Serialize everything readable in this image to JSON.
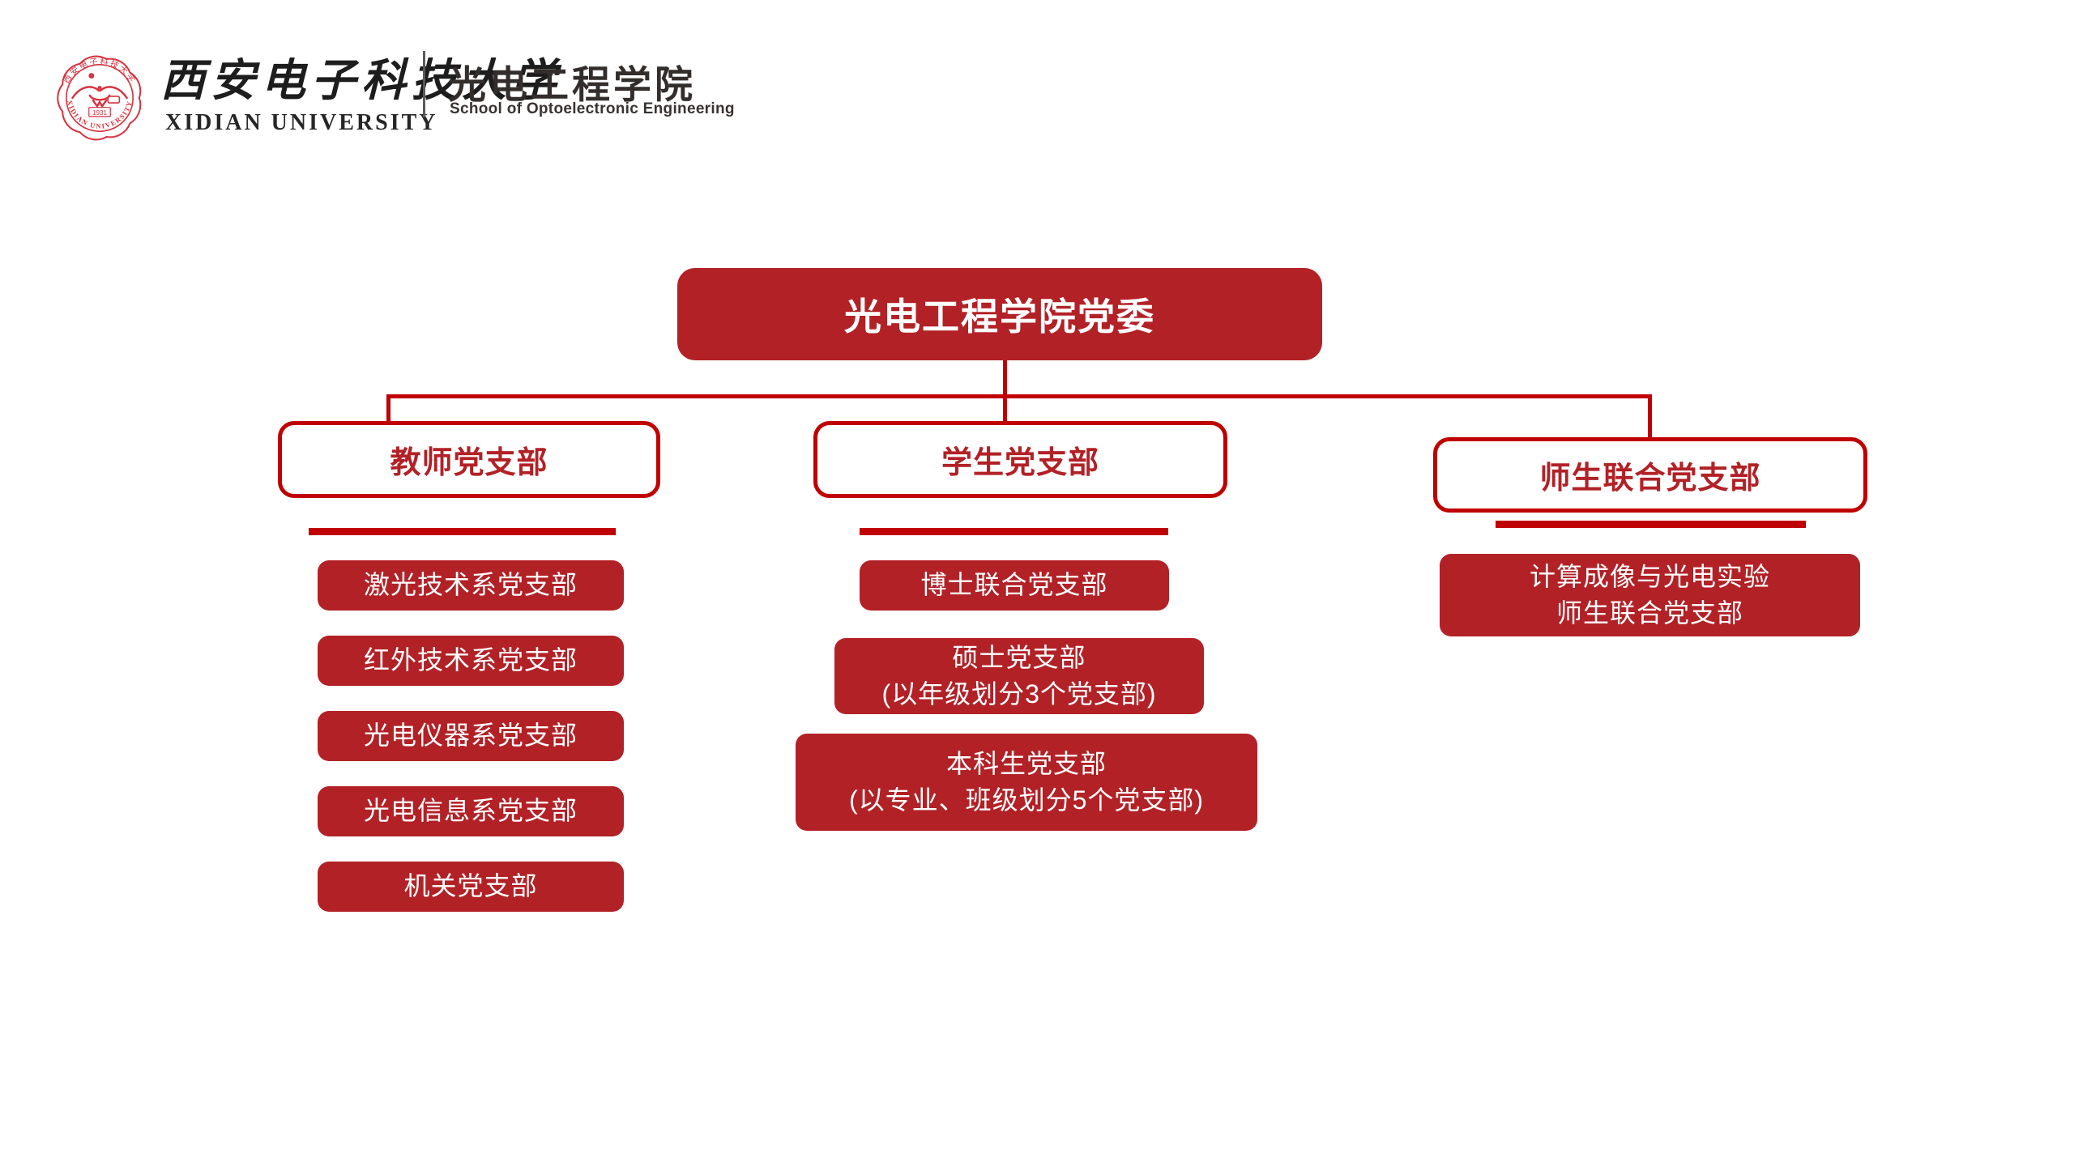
{
  "colors": {
    "box_fill_red": "#b22126",
    "line_red": "#c00000",
    "seal_red": "#d8333f",
    "header_text": "#332e2c"
  },
  "header": {
    "university_cn": "西安电子科技大学",
    "university_en": "XIDIAN UNIVERSITY",
    "school_cn": "光电工程学院",
    "school_en": "School of Optoelectronic Engineering",
    "seal": {
      "top_text": "西安电子科技大学",
      "ring_text": "XIDIAN UNIVERSITY",
      "year": "1931"
    }
  },
  "org": {
    "root_label": "光电工程学院党委",
    "branches": [
      {
        "label": "教师党支部",
        "children": [
          [
            "激光技术系党支部"
          ],
          [
            "红外技术系党支部"
          ],
          [
            "光电仪器系党支部"
          ],
          [
            "光电信息系党支部"
          ],
          [
            "机关党支部"
          ]
        ]
      },
      {
        "label": "学生党支部",
        "children": [
          [
            "博士联合党支部"
          ],
          [
            "硕士党支部",
            "(以年级划分3个党支部)"
          ],
          [
            "本科生党支部",
            "(以专业、班级划分5个党支部)"
          ]
        ]
      },
      {
        "label": "师生联合党支部",
        "children": [
          [
            "计算成像与光电实验",
            "师生联合党支部"
          ]
        ]
      }
    ]
  }
}
